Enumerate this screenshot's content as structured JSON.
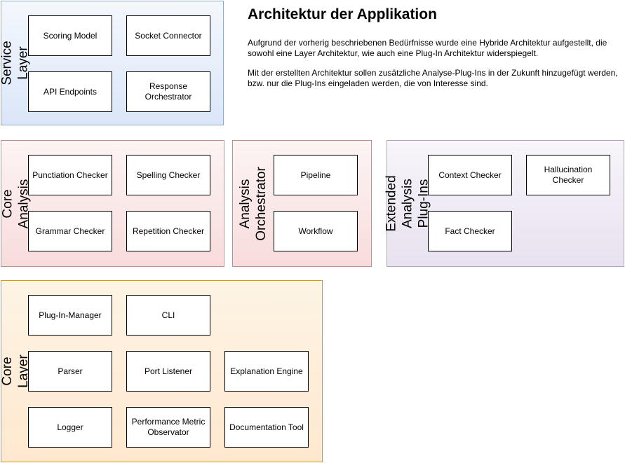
{
  "heading": {
    "title": "Architektur der Applikation",
    "paragraphs": [
      "Aufgrund der vorherig beschriebenen Bedürfnisse wurde eine Hybride Architektur aufgestellt, die sowohl eine Layer Architektur, wie auch eine Plug-In Architektur widerspiegelt.",
      "Mit der erstellten Architektur sollen zusätzliche Analyse-Plug-Ins in der Zukunft hinzugefügt werden, bzw. nur die Plug-Ins eingeladen werden, die von Interesse sind."
    ]
  },
  "containers": [
    {
      "id": "service-layer",
      "label": "Service Layer",
      "fill_top": "#f4f8fd",
      "fill_bottom": "#dae6f8",
      "border_color": "#92a9c7",
      "boxes": [
        "Scoring Model",
        "Socket Connector",
        "API Endpoints",
        "Response Orchestrator"
      ]
    },
    {
      "id": "core-analysis",
      "label": "Core Analysis",
      "fill_top": "#fdf4f4",
      "fill_bottom": "#f8dcdc",
      "border_color": "#c38d8d",
      "boxes": [
        "Punctiation Checker",
        "Spelling Checker",
        "Grammar Checker",
        "Repetition Checker"
      ]
    },
    {
      "id": "analysis-orchestrator",
      "label": "Analysis\nOrchestrator",
      "fill_top": "#fdf4f4",
      "fill_bottom": "#f8dcdc",
      "border_color": "#c38d8d",
      "boxes": [
        "Pipeline",
        "Workflow"
      ]
    },
    {
      "id": "extended-analysis-plug-ins",
      "label": "Extended Analysis\nPlug-Ins",
      "fill_top": "#f8f5fa",
      "fill_bottom": "#e8e1ef",
      "border_color": "#b2a2c3",
      "boxes": [
        "Context Checker",
        "Hallucination Checker",
        "Fact Checker"
      ]
    },
    {
      "id": "core-layer",
      "label": "Core Layer",
      "fill_top": "#fdf4e4",
      "fill_bottom": "#ffe8cf",
      "border_color": "#d79b00",
      "boxes": [
        "Plug-In-Manager",
        "CLI",
        "Parser",
        "Port Listener",
        "Explanation Engine",
        "Logger",
        "Performance Metric Observator",
        "Documentation Tool"
      ]
    }
  ]
}
